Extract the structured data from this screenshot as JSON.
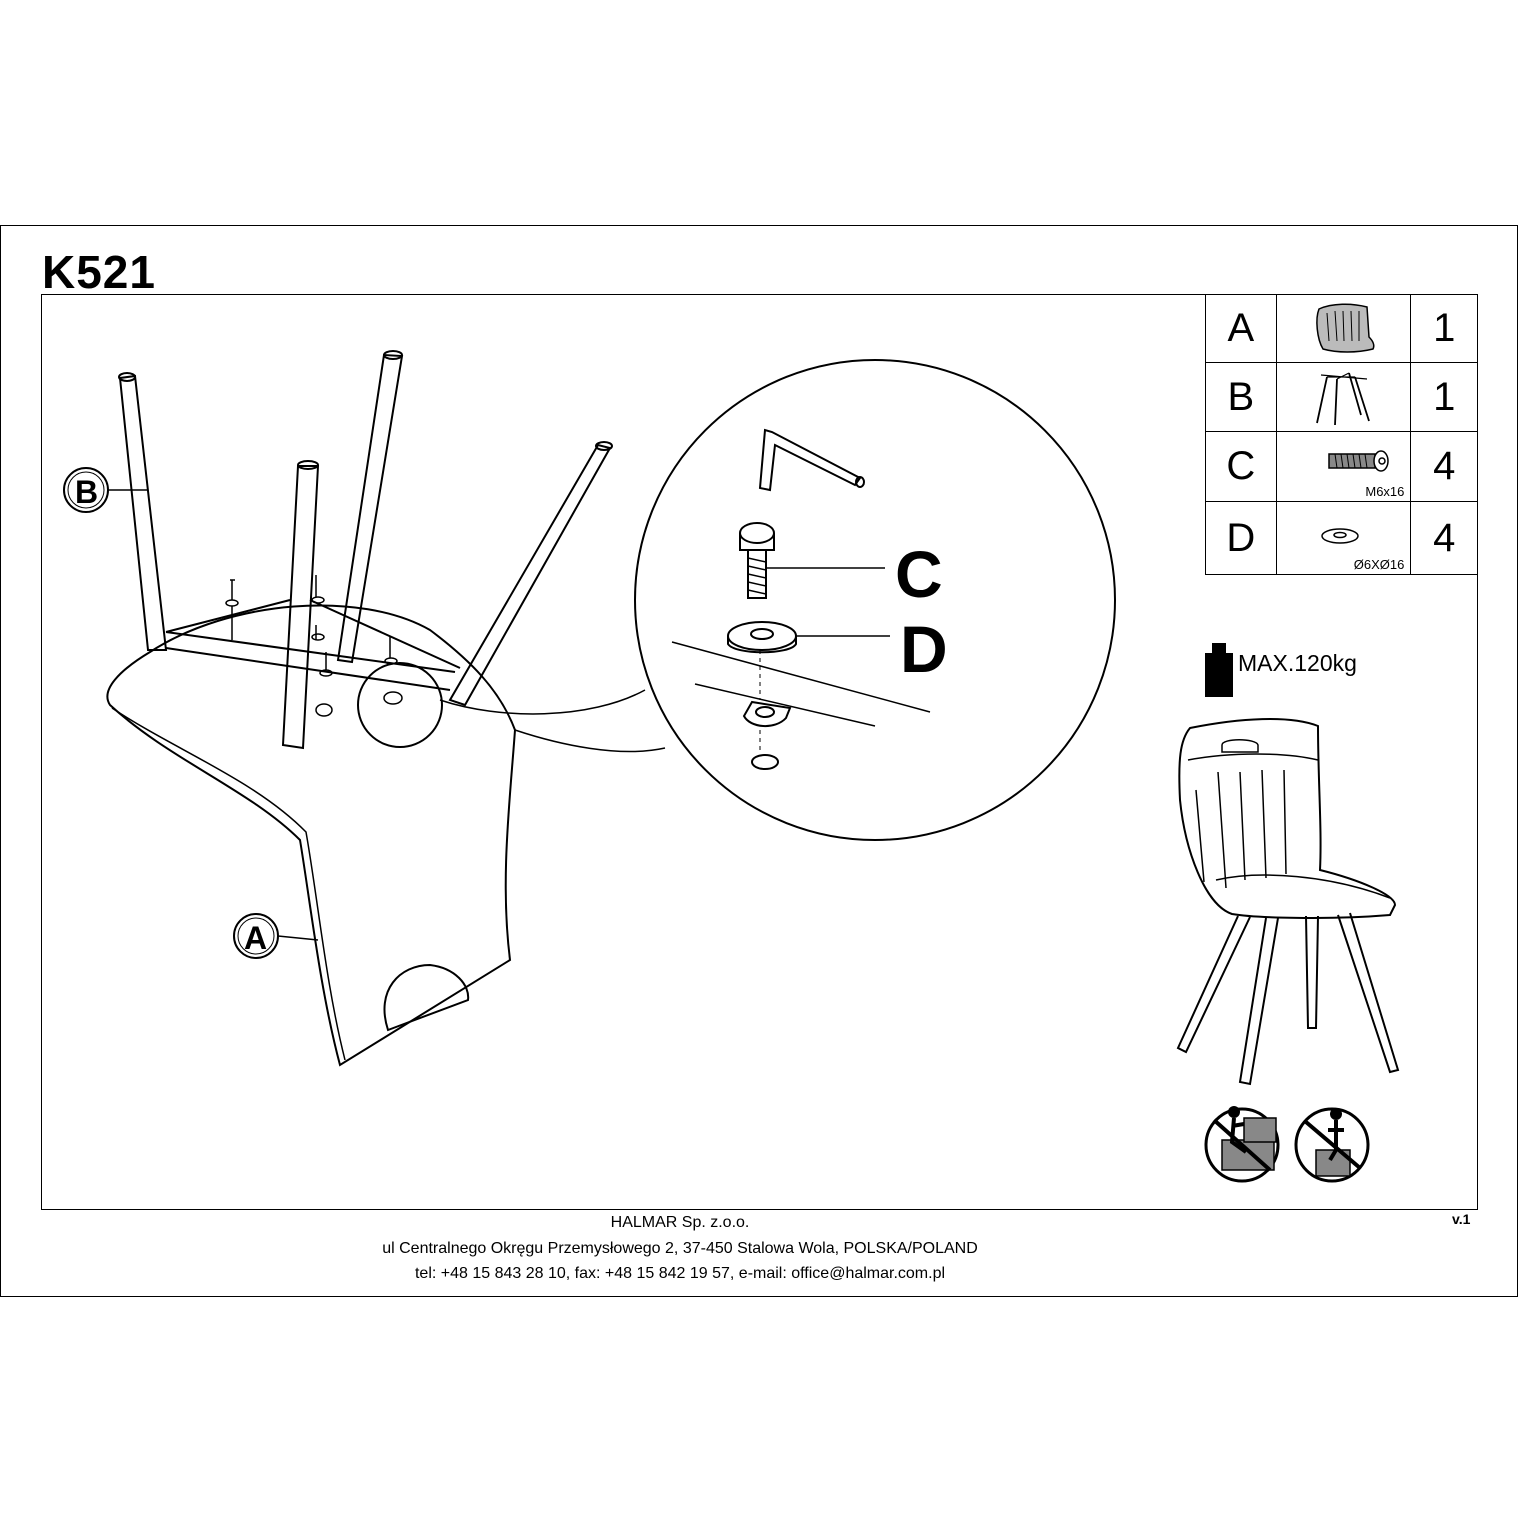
{
  "model": "K521",
  "labels": {
    "legs": "B",
    "seat": "A",
    "screw": "C",
    "washer": "D"
  },
  "parts": [
    {
      "letter": "A",
      "icon": "seat-icon",
      "spec": "",
      "qty": "1"
    },
    {
      "letter": "B",
      "icon": "leg-frame-icon",
      "spec": "",
      "qty": "1"
    },
    {
      "letter": "C",
      "icon": "bolt-icon",
      "spec": "M6x16",
      "qty": "4"
    },
    {
      "letter": "D",
      "icon": "washer-icon",
      "spec": "Ø6XØ16",
      "qty": "4"
    }
  ],
  "max_load": "MAX.120kg",
  "warnings": [
    "no-climbing-icon",
    "no-standing-icon"
  ],
  "footer": {
    "company": "HALMAR Sp. z.o.o.",
    "address": "ul Centralnego Okręgu Przemysłowego 2, 37-450 Stalowa Wola, POLSKA/POLAND",
    "contact": "tel: +48 15 843 28 10, fax: +48 15 842 19 57, e-mail: office@halmar.com.pl"
  },
  "version": "v.1"
}
